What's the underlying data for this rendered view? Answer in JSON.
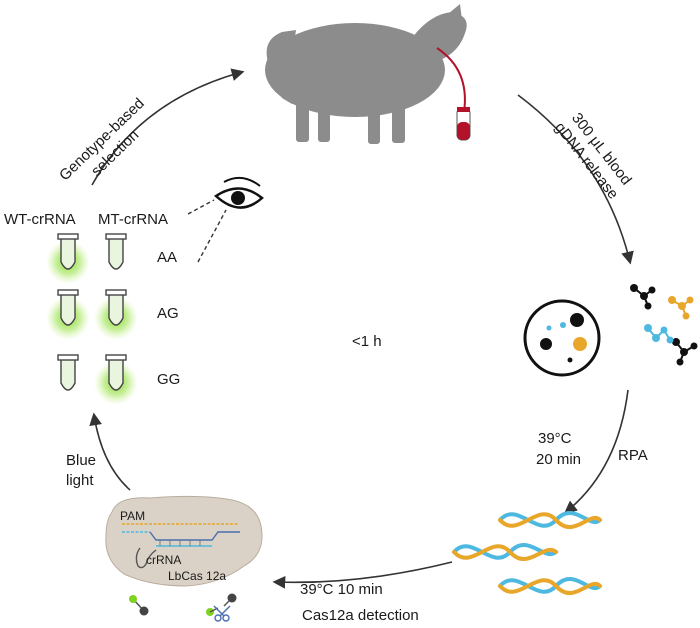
{
  "steps": {
    "selection_line1": "Genotype-based",
    "selection_line2": "selection",
    "blood_line1": "300 μL blood",
    "blood_line2": "gDNA release",
    "rpa_temp": "39°C",
    "rpa_time": "20 min",
    "rpa_label": "RPA",
    "detect_condition": "39°C 10 min",
    "detect_label": "Cas12a detection",
    "light_line1": "Blue",
    "light_line2": "light",
    "center_time": "<1 h"
  },
  "tubes": {
    "col_wt": "WT-crRNA",
    "col_mt": "MT-crRNA",
    "rows": [
      {
        "genotype": "AA"
      },
      {
        "genotype": "AG"
      },
      {
        "genotype": "GG"
      }
    ]
  },
  "complex": {
    "pam": "PAM",
    "crrna": "crRNA",
    "enzyme": "LbCas 12a"
  },
  "colors": {
    "sheep": "#8c8c8c",
    "glow": "#7ed321",
    "dna_blue": "#4db8e0",
    "dna_orange": "#e8a62a",
    "cas_body": "#dbd2c7",
    "blood": "#b3122a"
  }
}
